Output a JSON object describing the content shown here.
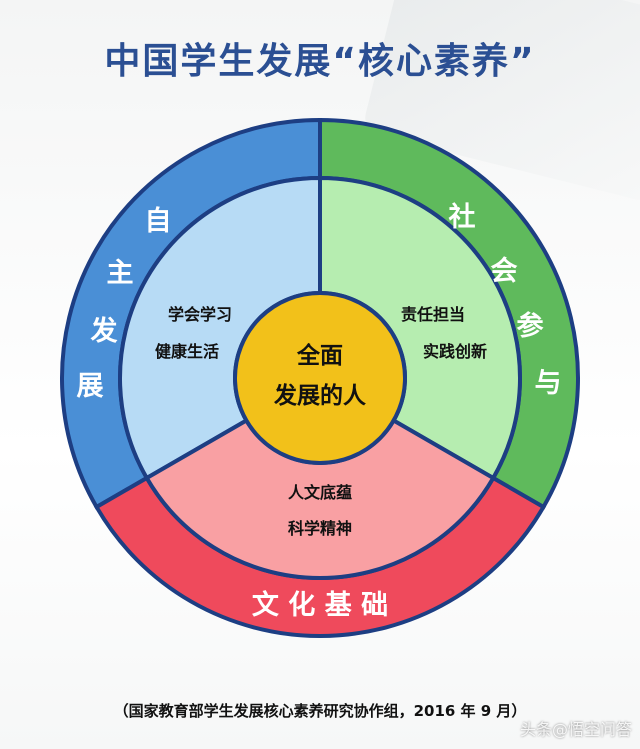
{
  "title": "中国学生发展“核心素养”",
  "center": {
    "line1": "全面",
    "line2": "发展的人"
  },
  "outer_ring": {
    "left": [
      "自",
      "主",
      "发",
      "展"
    ],
    "right": [
      "社",
      "会",
      "参",
      "与"
    ],
    "bottom": "文 化 基 础"
  },
  "inner_sectors": {
    "left": [
      "学会学习",
      "健康生活"
    ],
    "right": [
      "责任担当",
      "实践创新"
    ],
    "bottom": [
      "人文底蕴",
      "科学精神"
    ]
  },
  "footer": "（国家教育部学生发展核心素养研究协作组，2016 年 9 月）",
  "watermark": "头条@悟空问答",
  "colors": {
    "blue_outer": "#4a8fd6",
    "blue_inner": "#b7dbf5",
    "green_outer": "#5fba5c",
    "green_inner": "#b6edb0",
    "red_outer": "#ef4a5c",
    "red_inner": "#f9a0a3",
    "center": "#f2c11a",
    "border": "#1d3e83",
    "title": "#2b4f93"
  }
}
